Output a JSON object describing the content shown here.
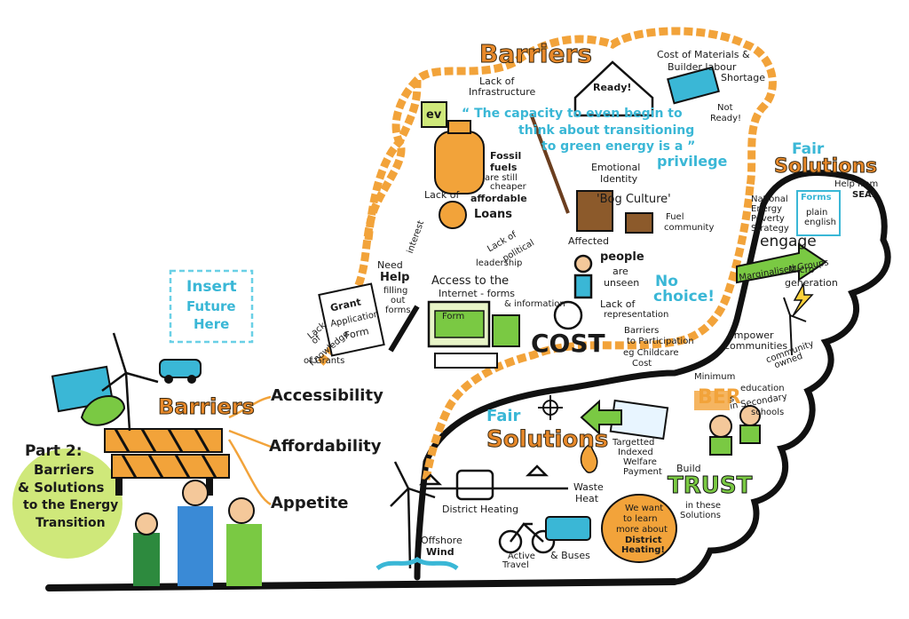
{
  "colors": {
    "orange": "#f2a33a",
    "teal": "#3ab7d6",
    "green": "#7ac943",
    "lime": "#cfe87a",
    "ink": "#1a1a1a",
    "yellow": "#ffd23a"
  },
  "part": {
    "title": "Part 2:",
    "subtitle": [
      "Barriers",
      "& Solutions",
      "to the Energy",
      "Transition"
    ]
  },
  "insert": {
    "line1": "Insert",
    "line2": "Future",
    "line3": "Here"
  },
  "barriers_left": "Barriers",
  "three_a": [
    "Accessibility",
    "Affordability",
    "Appetite"
  ],
  "top": {
    "barriers": "Barriers",
    "infra": [
      "Lack of",
      "Infrastructure"
    ],
    "ready": "Ready!",
    "not_ready": [
      "Not",
      "Ready!"
    ],
    "cost_materials": [
      "Cost of Materials &",
      "Builder labour",
      "Shortage"
    ],
    "ev": "ev",
    "quote": [
      "“ The capacity to even begin to",
      "think about transitioning",
      "to green energy is a ”",
      "privilege"
    ],
    "fossil": [
      "Fossil",
      "fuels",
      "are still",
      "cheaper"
    ],
    "emotional": [
      "Emotional",
      "Identity"
    ],
    "bog": "'Bog Culture'",
    "fuel": [
      "Fuel",
      "community"
    ],
    "loans": [
      "Lack of",
      "affordable",
      "Loans"
    ],
    "interest": "interest",
    "political": [
      "Lack of",
      "political",
      "leadership"
    ],
    "affected": [
      "Affected",
      "people",
      "are",
      "unseen"
    ],
    "no_choice": [
      "No",
      "choice!"
    ],
    "need_help": [
      "Need",
      "Help",
      "filling",
      "out",
      "forms"
    ],
    "grant": [
      "Grant",
      "Application",
      "Form"
    ],
    "knowledge": [
      "Lack",
      "of",
      "Knowledge",
      "of Grants"
    ],
    "access": [
      "Access to the",
      "Internet - forms",
      "& information"
    ],
    "form": "Form",
    "representation": [
      "Lack of",
      "representation"
    ],
    "cost": "COST",
    "participation": [
      "Barriers",
      "to Participation",
      "eg Childcare",
      "Cost"
    ]
  },
  "fair_right": {
    "title": [
      "Fair",
      "Solutions"
    ],
    "seai": [
      "Help from",
      "SEAI"
    ],
    "forms": [
      "Forms",
      "plain",
      "english"
    ],
    "strategy": [
      "National",
      "Energy",
      "Poverty",
      "Strategy"
    ],
    "engage": "engage",
    "marginalised": "Marginalised Groups",
    "micro": [
      "Micro",
      "generation"
    ],
    "empower": [
      "empower",
      "communities"
    ],
    "community": [
      "community",
      "owned"
    ],
    "ber": [
      "Minimum",
      "BER",
      "s"
    ],
    "education": [
      "education",
      "in Secondary",
      "schools"
    ],
    "welfare": [
      "Targetted",
      "Indexed",
      "Welfare",
      "Payment"
    ],
    "trust": [
      "Build",
      "TRUST",
      "in these",
      "Solutions"
    ]
  },
  "fair_bottom": {
    "title": [
      "Fair",
      "Solutions"
    ],
    "district": "District Heating",
    "waste": [
      "Waste",
      "Heat"
    ],
    "offshore": [
      "Offshore",
      "Wind"
    ],
    "active": [
      "Active",
      "Travel",
      "& Buses"
    ],
    "bubble": [
      "We want",
      "to learn",
      "more about",
      "District",
      "Heating!"
    ]
  }
}
